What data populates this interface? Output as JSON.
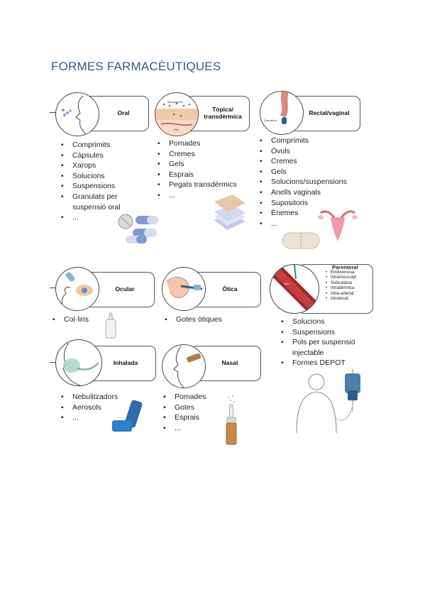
{
  "title": "FORMES FARMACÈUTIQUES",
  "colors": {
    "title": "#2e5c8a",
    "pill_blue": "#7f9ad8",
    "skin": "#f1c9a8",
    "vessel": "#a32727",
    "pad": "#e7c8a2"
  },
  "sections": {
    "oral": {
      "label": "Oral",
      "items": [
        "Comprimits",
        "Càpsules",
        "Xarops",
        "Solucions",
        "Suspensions",
        "Granulats per suspensió oral",
        "..."
      ]
    },
    "topica": {
      "label_line1": "Tòpica/",
      "label_line2": "transdèrmica",
      "skin_top": "Medicament",
      "skin_bottom": "Pell",
      "items": [
        "Pomades",
        "Cremes",
        "Gels",
        "Esprais",
        "Pegats transdèrmics",
        "..."
      ]
    },
    "rectal": {
      "label": "Rectal/vaginal",
      "circle_caption": "Supositori",
      "items": [
        "Comprimits",
        "Òvuls",
        "Cremes",
        "Gels",
        "Solucions/suspensions",
        "Anells vaginals",
        "Supositoris",
        "Ènemes",
        "..."
      ]
    },
    "ocular": {
      "label": "Ocular",
      "items": [
        "Col·liris"
      ]
    },
    "otica": {
      "label": "Òtica",
      "items": [
        "Gotes òtiques"
      ]
    },
    "parenteral": {
      "label": "Parenteral",
      "vessel_caption": "Vein",
      "routes": [
        "Endovenosa",
        "Intramuscular",
        "Subcutània",
        "Intradèrmica",
        "Intra-arterial",
        "Intratecal"
      ],
      "items": [
        "Solucions",
        "Suspensions",
        "Pols per suspensió injectable",
        "Formes DEPOT"
      ]
    },
    "inhalada": {
      "label": "Inhalada",
      "items": [
        "Nebulitzadors",
        "Aerosols",
        "..."
      ]
    },
    "nasal": {
      "label": "Nasal",
      "items": [
        "Pomades",
        "Gotes",
        "Esprais",
        "..."
      ]
    }
  }
}
